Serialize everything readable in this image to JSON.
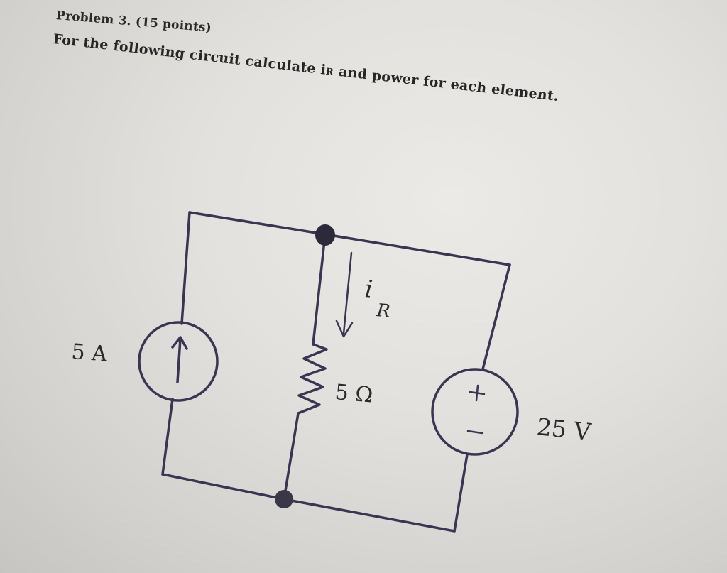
{
  "problem": {
    "heading": "Problem 3. (15 points)",
    "instruction_start": "For the following circuit calculate i",
    "instruction_subscript": "R",
    "instruction_end": " and power for each element."
  },
  "circuit": {
    "current_source_label": "5 A",
    "current_label_main": "i",
    "current_label_sub": "R",
    "resistor_label": "5 Ω",
    "voltage_source_label": "25 V",
    "voltage_plus": "+",
    "voltage_minus": "−"
  },
  "colors": {
    "wire": "#3a3550",
    "ink": "#2a2a2a"
  }
}
